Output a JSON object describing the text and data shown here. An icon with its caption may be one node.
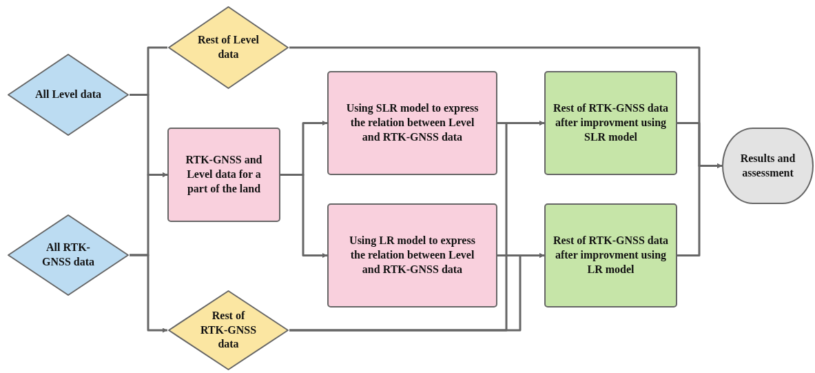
{
  "diagram": {
    "nodes": [
      {
        "text": [
          "All Level data"
        ]
      },
      {
        "text": [
          "Rest of Level data"
        ]
      },
      {
        "text": [
          "RTK-GNSS and Level data for a part of the land"
        ]
      },
      {
        "text": [
          "All RTK-GNSS data"
        ]
      },
      {
        "text": [
          "Rest of RTK-GNSS data"
        ]
      },
      {
        "text": [
          "Using SLR model to express the relation between Level and RTK-GNSS data"
        ]
      },
      {
        "text": [
          "Using LR model to express the relation between Level and RTK-GNSS data"
        ]
      },
      {
        "text": [
          "Rest of RTK-GNSS data after improvment using SLR model"
        ]
      },
      {
        "text": [
          "Rest of RTK-GNSS data after improvment using LR model"
        ]
      },
      {
        "text": [
          "Results and assessment"
        ]
      }
    ],
    "edges": [
      {
        "from": 0,
        "to": 1,
        "arrow": "none"
      },
      {
        "from": 0,
        "to": 2,
        "arrow": "to"
      },
      {
        "from": 3,
        "to": 2,
        "arrow": "to"
      },
      {
        "from": 3,
        "to": 4,
        "arrow": "to"
      },
      {
        "from": 2,
        "to": 5,
        "arrow": "to"
      },
      {
        "from": 2,
        "to": 6,
        "arrow": "to"
      },
      {
        "from": 5,
        "to": 7,
        "arrow": "to"
      },
      {
        "from": 6,
        "to": 8,
        "arrow": "to"
      },
      {
        "from": 4,
        "to": 7,
        "arrow": "to"
      },
      {
        "from": 4,
        "to": 8,
        "arrow": "to"
      },
      {
        "from": 1,
        "to": 9,
        "arrow": "to"
      },
      {
        "from": 7,
        "to": 9,
        "arrow": "to"
      },
      {
        "from": 8,
        "to": 9,
        "arrow": "to"
      }
    ]
  }
}
